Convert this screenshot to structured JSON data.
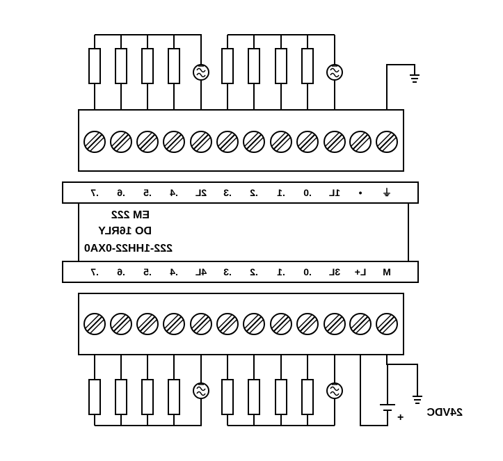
{
  "module": {
    "line1": "EM 222",
    "line2": "DO 16RLY",
    "line3": "222-1HH22-0XA0"
  },
  "upper_terminals": [
    ".7",
    ".6",
    ".5",
    ".4",
    "2L",
    ".3",
    ".2",
    ".1",
    ".0",
    "1L",
    "•",
    "⏚"
  ],
  "lower_terminals": [
    ".7",
    ".6",
    ".5",
    ".4",
    "4L",
    ".3",
    ".2",
    ".1",
    ".0",
    "3L",
    "L+",
    "M"
  ],
  "supply": {
    "label": "24VDC",
    "plus": "+"
  },
  "icons": {
    "load": "resistor-load-icon",
    "lamp": "ac-lamp-icon",
    "ground": "ground-icon",
    "battery": "battery-icon"
  }
}
